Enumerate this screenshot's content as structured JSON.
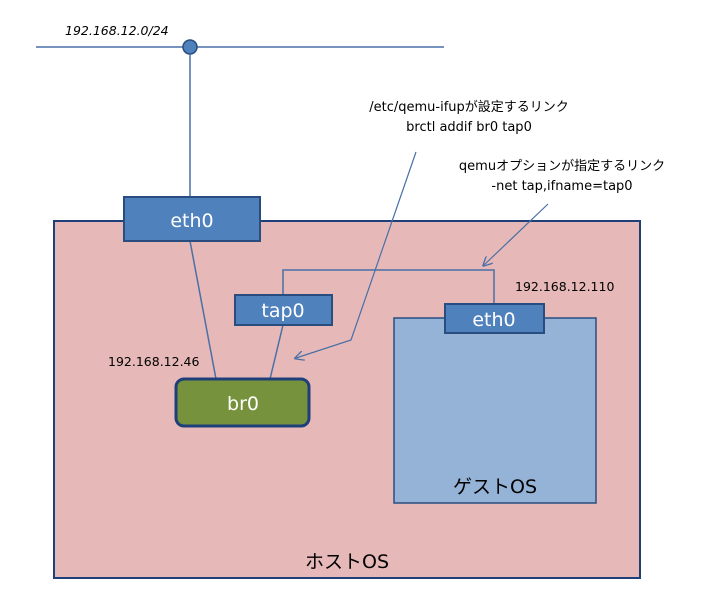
{
  "network": {
    "subnet": "192.168.12.0/24"
  },
  "host": {
    "label": "ホストOS",
    "fill": "#e6b9b8",
    "border": "#1f3f7a",
    "eth0": {
      "label": "eth0"
    },
    "tap0": {
      "label": "tap0"
    },
    "br0": {
      "label": "br0",
      "ip": "192.168.12.46",
      "fill": "#76923c"
    }
  },
  "guest": {
    "label": "ゲストOS",
    "fill": "#95b3d7",
    "eth0": {
      "label": "eth0",
      "ip": "192.168.12.110"
    }
  },
  "annotations": {
    "ifup_title": "/etc/qemu-ifupが設定するリンク",
    "ifup_cmd": "brctl addif br0 tap0",
    "qemu_title": "qemuオプションが指定するリンク",
    "qemu_cmd": "-net tap,ifname=tap0"
  },
  "colors": {
    "line": "#4a6fa5",
    "nic_fill": "#4f81bd",
    "nic_border": "#2a4d7f"
  }
}
